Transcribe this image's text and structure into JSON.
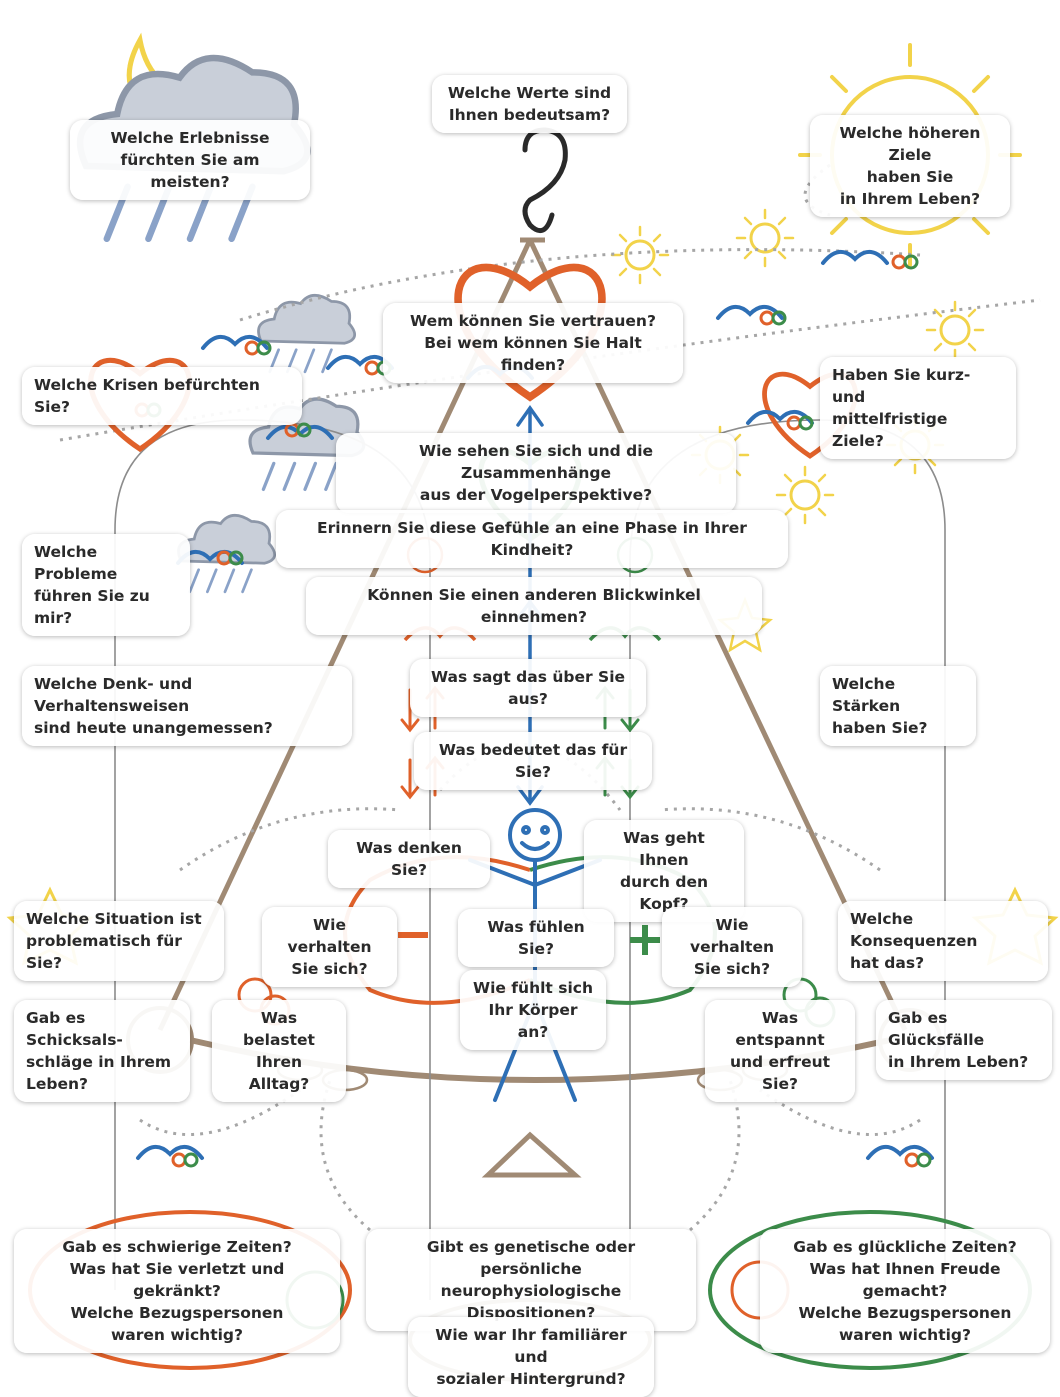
{
  "colors": {
    "balance_brown": "#a08a74",
    "orange": "#e0612a",
    "blue": "#2e6fb5",
    "green": "#3c8c4a",
    "sun_yellow": "#f2d34a",
    "cloud_gray": "#9ea7b6",
    "rain_blue": "#8aa2c8",
    "dotted_gray": "#a6a6a6"
  },
  "decorative_icons": [
    "moon-icon",
    "rain-cloud-icon",
    "sun-icon",
    "hook-icon",
    "heart-icon",
    "bird-icon",
    "stick-figure-icon",
    "star-icon",
    "balance-scale-icon"
  ],
  "questions": {
    "fears": "Welche Erlebnisse\nfürchten Sie am meisten?",
    "values": "Welche Werte sind\nIhnen bedeutsam?",
    "higher_goals": "Welche höheren Ziele\nhaben Sie\nin Ihrem Leben?",
    "trust": "Wem können Sie vertrauen?\nBei wem können Sie Halt finden?",
    "crises": "Welche Krisen befürchten Sie?",
    "short_goals": "Haben Sie kurz- und\nmittelfristige Ziele?",
    "birds_eye": "Wie sehen Sie sich und die Zusammenhänge\naus der Vogelperspektive?",
    "childhood": "Erinnern Sie diese Gefühle an eine Phase in Ihrer Kindheit?",
    "problems": "Welche Probleme\nführen Sie zu mir?",
    "perspective": "Können Sie einen anderen Blickwinkel einnehmen?",
    "says_about": "Was sagt das über Sie aus?",
    "thinking_patterns": "Welche Denk- und Verhaltensweisen\nsind heute unangemessen?",
    "strengths": "Welche Stärken\nhaben Sie?",
    "means": "Was bedeutet das für Sie?",
    "think": "Was denken Sie?",
    "mind": "Was geht Ihnen\ndurch den Kopf?",
    "situation": "Welche Situation ist\nproblematisch für Sie?",
    "behave_left": "Wie verhalten\nSie sich?",
    "feel": "Was fühlen Sie?",
    "behave_right": "Wie verhalten\nSie sich?",
    "consequences": "Welche Konsequenzen\nhat das?",
    "body": "Wie fühlt sich\nIhr Körper an?",
    "fate": "Gab es Schicksals-\nschläge in Ihrem\nLeben?",
    "burden": "Was belastet\nIhren Alltag?",
    "relax": "Was entspannt\nund erfreut Sie?",
    "luck": "Gab es Glücksfälle\nin Ihrem Leben?",
    "genetic": "Gibt es genetische oder persönliche\nneurophysiologische Dispositionen?",
    "hard_times": "Gab es schwierige Zeiten?\nWas hat Sie verletzt und gekränkt?\nWelche Bezugspersonen\nwaren wichtig?",
    "happy_times": "Gab es glückliche Zeiten?\nWas hat Ihnen Freude gemacht?\nWelche Bezugspersonen\nwaren wichtig?",
    "background": "Wie war Ihr familiärer und\nsozialer Hintergrund?"
  }
}
